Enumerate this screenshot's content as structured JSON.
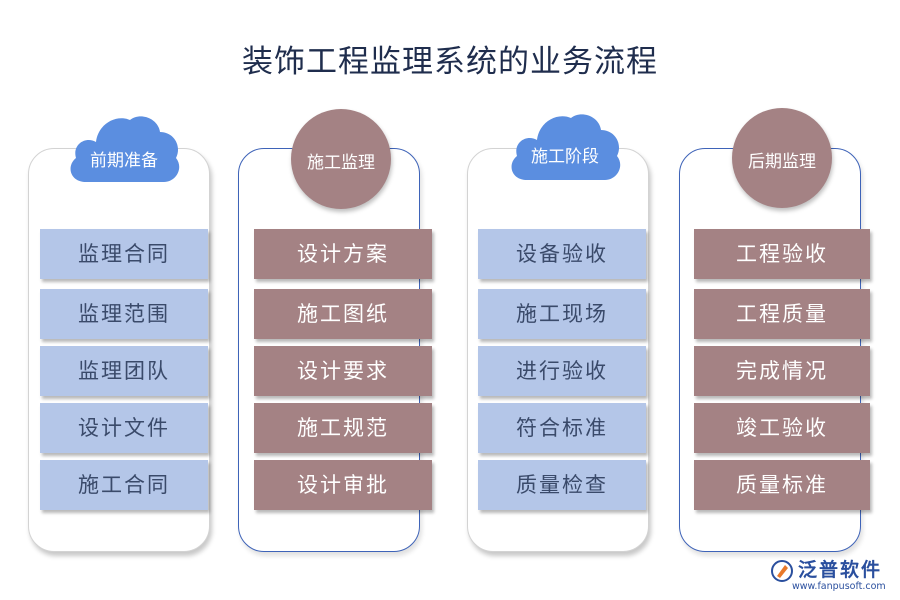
{
  "title": "装饰工程监理系统的业务流程",
  "columns": [
    {
      "header": "前期准备",
      "items": [
        "监理合同",
        "监理范围",
        "监理团队",
        "设计文件",
        "施工合同"
      ]
    },
    {
      "header": "施工监理",
      "items": [
        "设计方案",
        "施工图纸",
        "设计要求",
        "施工规范",
        "设计审批"
      ]
    },
    {
      "header": "施工阶段",
      "items": [
        "设备验收",
        "施工现场",
        "进行验收",
        "符合标准",
        "质量检查"
      ]
    },
    {
      "header": "后期监理",
      "items": [
        "工程验收",
        "工程质量",
        "完成情况",
        "竣工验收",
        "质量标准"
      ]
    }
  ],
  "logo": {
    "name": "泛普软件",
    "url": "www.fanpusoft.com"
  },
  "colors": {
    "cloud": "#5b8ee0",
    "mauve": "#a48284",
    "light_blue": "#b4c6e8",
    "panel_border_blue": "#3e63b8"
  }
}
